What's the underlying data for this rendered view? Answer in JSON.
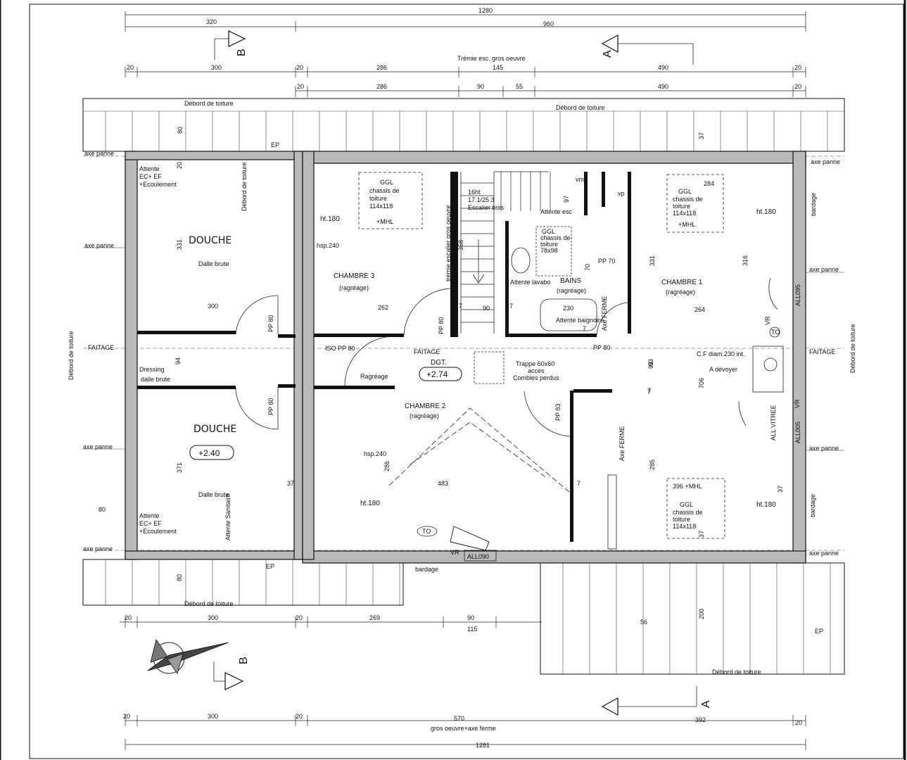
{
  "dimensions": {
    "top_total": "1280",
    "top_left": "320",
    "top_right": "960",
    "row3": [
      "20",
      "300",
      "20",
      "286",
      "145",
      "490",
      "20"
    ],
    "row4": [
      "20",
      "286",
      "90",
      "55",
      "490",
      "20"
    ],
    "bottom_row1": [
      "20",
      "300",
      "20",
      "269",
      "90",
      "115"
    ],
    "bottom_row2": [
      "20",
      "300",
      "20",
      "570",
      "20"
    ],
    "bottom_right_392": "392",
    "bottom_total": "1281",
    "misc": [
      "80",
      "80",
      "20",
      "37",
      "331",
      "300",
      "94",
      "371",
      "37",
      "93",
      "358",
      "7",
      "90",
      "7",
      "262",
      "264",
      "230",
      "97",
      "7",
      "70",
      "331",
      "284",
      "316",
      "7",
      "93",
      "706",
      "7",
      "285",
      "7",
      "483",
      "286",
      "56",
      "200",
      "80",
      "37",
      "37"
    ]
  },
  "labels": {
    "tremie_top": "Trémie esc. gros oeuvre",
    "debord_top_left": "Débord de toiture",
    "debord_top_right": "Débord de toiture",
    "debord_bottom_left": "Débord de toiture",
    "debord_bottom_right": "Débord de toiture",
    "debord_left_vertical": "Débord de toiture",
    "debord_right_vertical": "Débord de toiture",
    "axe_panne": "axe panne",
    "faitage": "FAITAGE",
    "bardage": "bardage",
    "ep": "EP",
    "gros_oeuvre": "gros oeuvre+axe ferme",
    "section_b": "B",
    "section_a": "A"
  },
  "rooms": {
    "douche_top": {
      "name": "DOUCHE",
      "sub": "Dalle brute",
      "attente": [
        "Attente",
        "EC+ EF",
        "+Ecoulement"
      ],
      "debord": "Débord de toiture"
    },
    "dressing": {
      "name": "Dressing",
      "sub": "dalle brute"
    },
    "douche_bottom": {
      "name": "DOUCHE",
      "level": "+2.40",
      "sub": "Dalle brute",
      "attente": [
        "Attente",
        "EC+ EF",
        "+Ecoulement"
      ],
      "sanitaire": "Attente Sanitaire"
    },
    "chambre3": {
      "name": "CHAMBRE 3",
      "sub": "(ragréage)",
      "ht": "ht.180",
      "hsp": "hsp.240",
      "ggl": [
        "GGL",
        "chassis de",
        "toiture",
        "114x118",
        "+MHL"
      ]
    },
    "escalier": {
      "lines": [
        "16ht",
        "17.1/25.3",
        "Escalier bois"
      ],
      "tremie": "trémie escalier gros oeuvre"
    },
    "bains": {
      "name": "BAINS",
      "sub": "(ragréage)",
      "attente_esc": "Attente esc",
      "attente_lavabo": "Attente lavabo",
      "attente_baignoire": "Attente baignoire",
      "ggl": [
        "GGL",
        "chassis de",
        "toiture",
        "78x98"
      ],
      "vmc": "vmc",
      "vp": "vp",
      "pp70": "PP 70",
      "axe_ferme": "Axe FERME"
    },
    "chambre1": {
      "name": "CHAMBRE 1",
      "sub": "(ragréage)",
      "ht": "ht.180",
      "ggl_top": [
        "GGL",
        "chassis de",
        "toiture",
        "114x118",
        "+MHL"
      ],
      "ggl_bottom": [
        "396 +MHL",
        "GGL",
        "chassis de",
        "toiture",
        "114x118"
      ],
      "ht_bottom": "ht.180",
      "cf": "C.F diam.230 int.",
      "devoyer": "A dévoyer",
      "all095": "ALL095",
      "all005": "ALL005",
      "all_vitree": "ALL VITREE",
      "vr": "VR",
      "to": "TO"
    },
    "dgt": {
      "name": "DGT.",
      "level": "+2.74",
      "faitage": "FAITAGE",
      "ragreage": "Ragréage",
      "trappe": [
        "Trappe 60x60",
        "accès",
        "Combles perdus"
      ],
      "iso": "ISO PP 80",
      "pp80a": "PP 80",
      "pp80b": "PP 80",
      "pp80c": "PP 80",
      "pp80d": "PP 80"
    },
    "chambre2": {
      "name": "CHAMBRE 2",
      "sub": "(ragréage)",
      "hsp": "hsp.240",
      "ht": "ht.180",
      "axe_ferme": "Axe FERME",
      "pp83": "PP 83",
      "to": "TO",
      "vr": "VR",
      "all090": "ALL090",
      "bardage": "bardage"
    }
  }
}
